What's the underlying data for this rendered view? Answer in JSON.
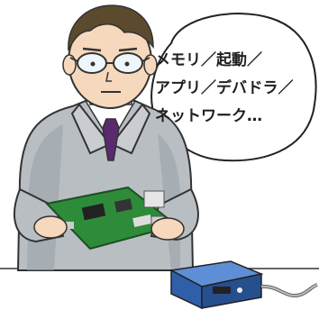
{
  "illustration": {
    "speech_bubble": {
      "lines": [
        "メモリ／起動／",
        "アプリ／デバドラ／",
        "ネットワーク…"
      ]
    },
    "colors": {
      "jacket": "#b9bec3",
      "jacket_shadow": "#9aa1a8",
      "shirt": "#ffffff",
      "tie": "#5a2a6e",
      "hair": "#5b4a2e",
      "skin": "#f6d8bd",
      "pcb": "#2e8b3a",
      "device": "#2f5fa8",
      "table_line": "#333333"
    }
  }
}
